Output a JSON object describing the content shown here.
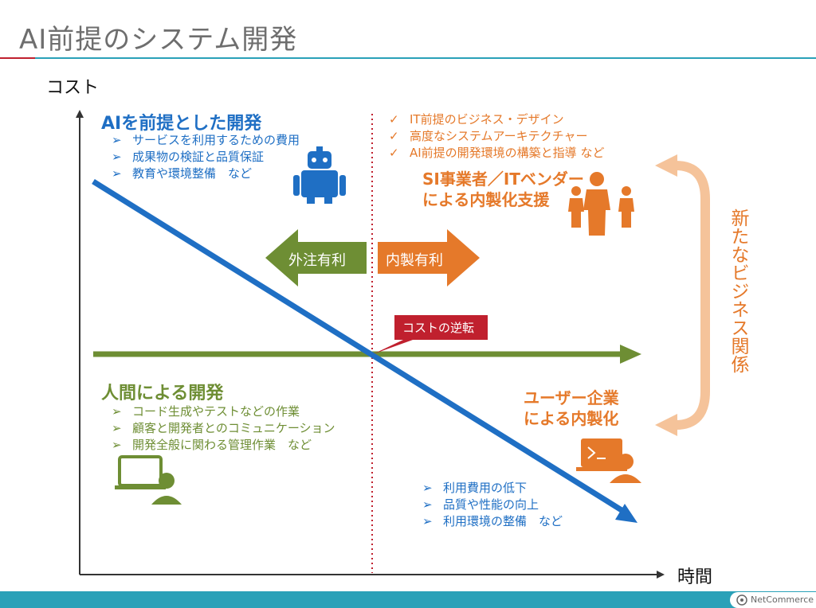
{
  "slide": {
    "title": "AI前提のシステム開発"
  },
  "axes": {
    "y_label": "コスト",
    "x_label": "時間"
  },
  "ai_dev": {
    "heading": "AIを前提とした開発",
    "items": [
      "サービスを利用するための費用",
      "成果物の検証と品質保証",
      "教育や環境整備　など"
    ]
  },
  "human_dev": {
    "heading": "人間による開発",
    "items": [
      "コード生成やテストなどの作業",
      "顧客と開発者とのコミュニケーション",
      "開発全般に関わる管理作業　など"
    ]
  },
  "si_support": {
    "items": [
      "IT前提のビジネス・デザイン",
      "高度なシステムアーキテクチャー",
      "AI前提の開発環境の構築と指導 など"
    ],
    "heading_line1": "SI事業者／ITベンダー",
    "heading_line2": "による内製化支援"
  },
  "user_inhouse": {
    "heading_line1": "ユーザー企業",
    "heading_line2": "による内製化",
    "items": [
      "利用費用の低下",
      "品質や性能の向上",
      "利用環境の整備　など"
    ]
  },
  "arrows": {
    "outsource": "外注有利",
    "inhouse": "内製有利"
  },
  "callout": {
    "label": "コストの逆転"
  },
  "side_label": "新たなビジネス関係",
  "footer": {
    "brand": "NetCommerce"
  },
  "colors": {
    "blue": "#1f6fc4",
    "green": "#6e8e34",
    "orange": "#e5792a",
    "peach": "#f5c39a",
    "red": "#c0202e",
    "teal": "#2aa1b8",
    "axis": "#333333"
  },
  "markers": {
    "arrow_bullet": "➢",
    "check": "✓",
    "vertical_bullet": "➢"
  }
}
